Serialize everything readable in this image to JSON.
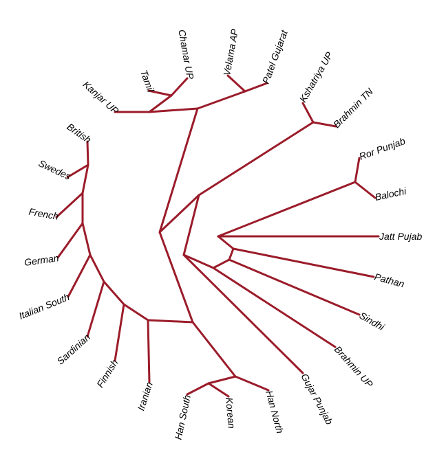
{
  "tree": {
    "branch_color": "#9b1c2a",
    "labels": [
      "Jatt Pujab",
      "Pathan",
      "Sindhi",
      "Brahmin UP",
      "Gujar Punjab",
      "Han North",
      "Korean",
      "Han South",
      "Iranian",
      "Finnish",
      "Sardinian",
      "Italian South",
      "German",
      "French",
      "Swedes",
      "British",
      "Kanjar UP",
      "Tamil",
      "Chamar UP",
      "Velama AP",
      "Patel Gujarat",
      "Kshatriya UP",
      "Brahmin TN",
      "Ror Punjab",
      "Balochi"
    ]
  }
}
